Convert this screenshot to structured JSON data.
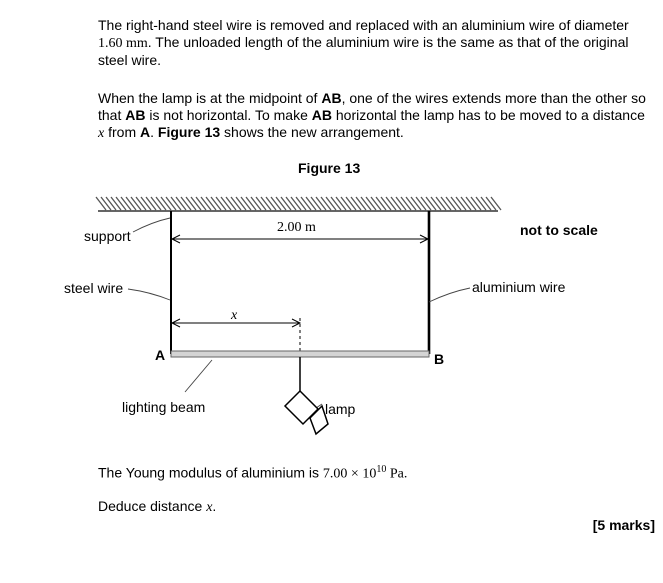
{
  "question": {
    "p1": {
      "a": "The right-hand steel wire is removed and replaced with an aluminium wire of diameter ",
      "diameter": "1.60 mm",
      "b": ".  The unloaded length of the aluminium wire is the same as that of the original steel wire."
    },
    "p2": {
      "a": "When the lamp is at the midpoint of ",
      "ab1": "AB",
      "b": ", one of the wires extends more than the other so that ",
      "ab2": "AB",
      "c": " is not horizontal.  To make ",
      "ab3": "AB",
      "d": " horizontal the lamp has to be moved to a distance ",
      "x": "x",
      "e": " from ",
      "a_point": "A",
      "f": ".  ",
      "fig": "Figure 13",
      "g": " shows the new arrangement."
    },
    "young": {
      "a": "The Young modulus of aluminium is ",
      "value": "7.00 × 10",
      "exp": "10",
      "unit": " Pa."
    },
    "deduce": {
      "a": "Deduce distance ",
      "x": "x",
      "b": "."
    },
    "marks": "[5 marks]"
  },
  "figure": {
    "title": "Figure 13",
    "labels": {
      "support": "support",
      "length": "2.00 m",
      "not_to_scale": "not to scale",
      "steel_wire": "steel wire",
      "aluminium_wire": "aluminium wire",
      "x": "x",
      "a": "A",
      "b": "B",
      "lighting_beam": "lighting beam",
      "lamp": "lamp"
    }
  }
}
